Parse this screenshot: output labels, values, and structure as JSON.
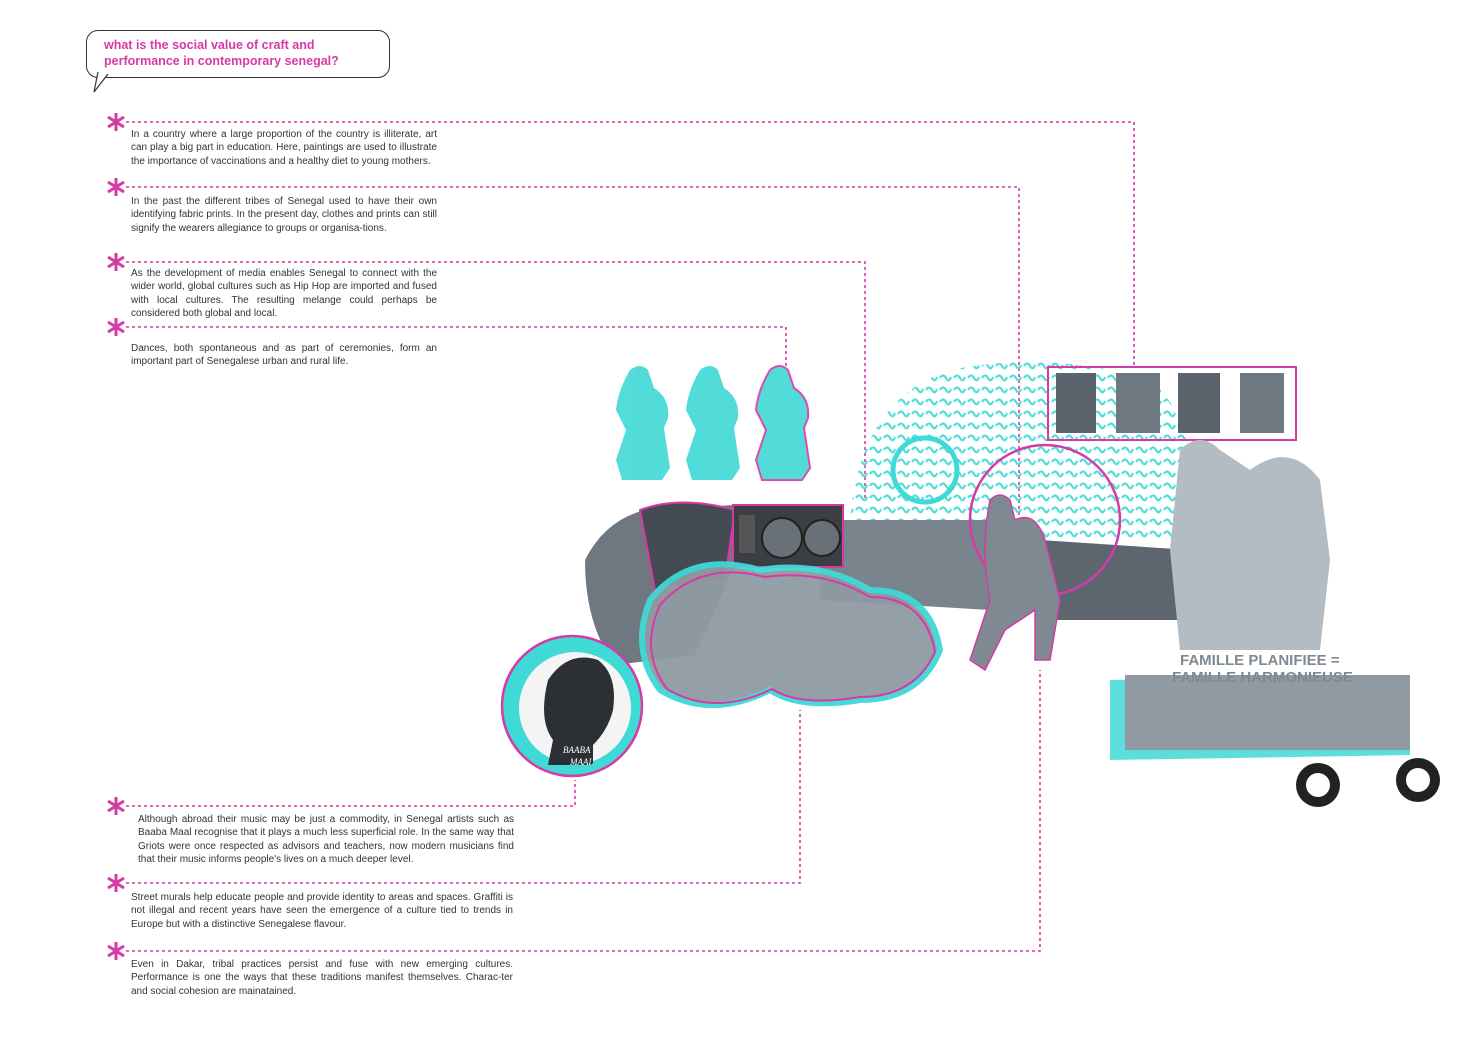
{
  "question": {
    "line1": "what is the social value of craft and",
    "line2": "performance in contemporary senegal?"
  },
  "paragraphs": [
    "In a country where a large proportion of the country is illiterate, art can play a big part in education. Here, paintings are used to illustrate the importance of vaccinations and a healthy diet to young mothers.",
    "In the past the different tribes of Senegal used to have their own identifying fabric prints. In the present day, clothes and prints can still signify the wearers allegiance to groups or organisa-tions.",
    "As the development of media enables Senegal to connect with the wider world, global cultures such as Hip Hop are imported and fused with local cultures. The resulting melange could perhaps be considered both global and local.",
    "Dances, both spontaneous and as part of ceremonies, form an important part of Senegalese urban and rural life.",
    "Although abroad their music may be just a commodity, in Senegal artists such as Baaba Maal recognise that it plays a much less superficial role. In the same way that Griots were once respected as advisors and teachers, now modern musicians find that their music informs people's lives on a much deeper level.",
    "Street murals help educate people and provide identity to areas and spaces. Graffiti is not illegal and recent years have seen the emergence of a culture tied to trends in Europe but with a distinctive Senegalese flavour.",
    "Even in Dakar, tribal practices persist and fuse with new emerging cultures. Performance is one the ways that these traditions manifest themselves. Charac-ter and social cohesion are mainatained."
  ],
  "collage_labels": {
    "portrait_name_1": "BAABA",
    "portrait_name_2": "MAAL",
    "poster_line1": "FAMILLE PLANIFIEE =",
    "poster_line2": "FAMILLE HARMONIEUSE"
  },
  "colors": {
    "magenta": "#d63aa5",
    "cyan": "#3fd9d6",
    "grey": "#8f9aa3",
    "dark": "#333333"
  }
}
